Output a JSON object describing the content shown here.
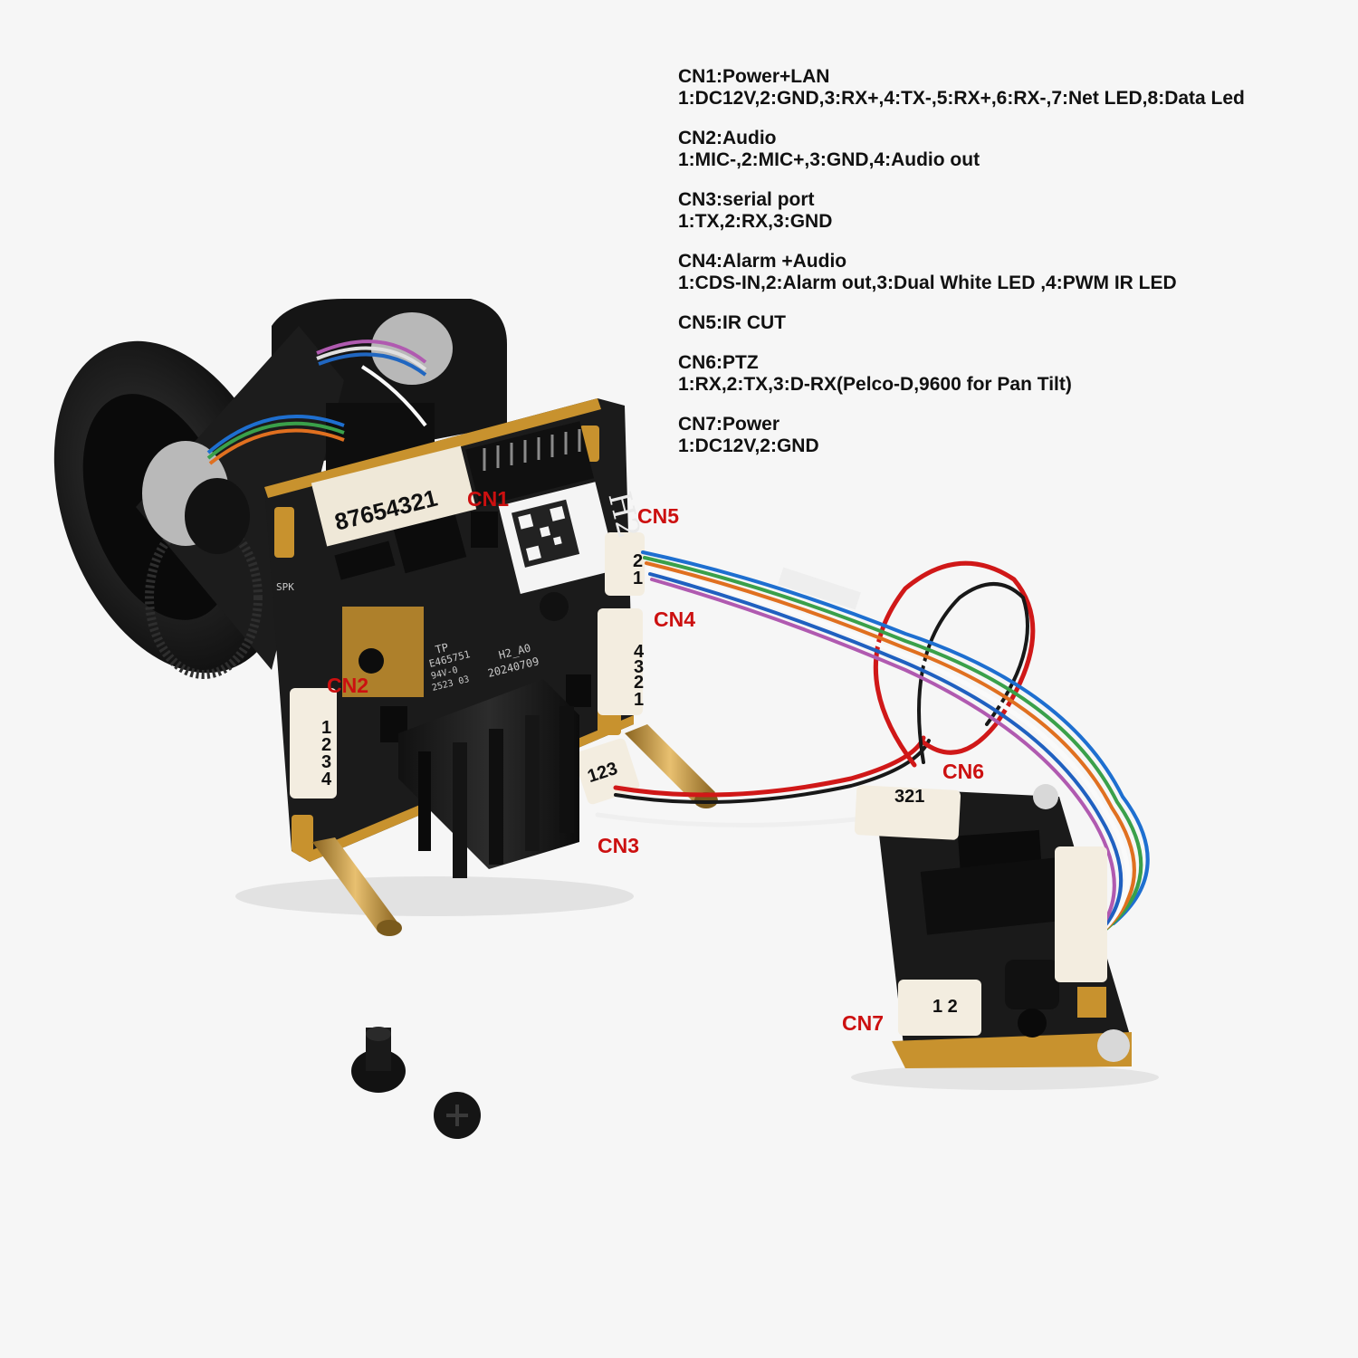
{
  "legend": [
    {
      "title": "CN1:Power+LAN",
      "detail": "1:DC12V,2:GND,3:RX+,4:TX-,5:RX+,6:RX-,7:Net LED,8:Data Led"
    },
    {
      "title": "CN2:Audio",
      "detail": "1:MIC-,2:MIC+,3:GND,4:Audio out"
    },
    {
      "title": "CN3:serial port",
      "detail": "1:TX,2:RX,3:GND"
    },
    {
      "title": "CN4:Alarm +Audio",
      "detail": "1:CDS-IN,2:Alarm out,3:Dual White LED ,4:PWM IR LED"
    },
    {
      "title": "CN5:IR CUT",
      "detail": ""
    },
    {
      "title": "CN6:PTZ",
      "detail": "1:RX,2:TX,3:D-RX(Pelco-D,9600 for Pan Tilt)"
    },
    {
      "title": "CN7:Power",
      "detail": "1:DC12V,2:GND"
    }
  ],
  "callouts": {
    "cn1": "CN1",
    "cn2": "CN2",
    "cn3": "CN3",
    "cn4": "CN4",
    "cn5": "CN5",
    "cn6": "CN6",
    "cn7": "CN7"
  },
  "pins": {
    "cn5_2": "2",
    "cn5_1": "1",
    "cn4_4": "4",
    "cn4_3": "3",
    "cn4_2": "2",
    "cn4_1": "1",
    "cn2_1": "1",
    "cn2_2": "2",
    "cn2_3": "3",
    "cn2_4": "4",
    "cn3": "123",
    "cn6": "321",
    "cn7": "1 2"
  },
  "board_markings": {
    "sticker": "87654321",
    "model": "H2",
    "spk": "SPK",
    "tp": "TP",
    "code1": "E465751",
    "code2": "94V-0",
    "code3": "2523 03",
    "rev": "H2_A0",
    "date": "20240709"
  },
  "colors": {
    "background": "#f6f6f6",
    "pcb": "#1b1b1b",
    "callout": "#cc1010",
    "header": "#f3ede0",
    "gold": "#c8922e"
  }
}
